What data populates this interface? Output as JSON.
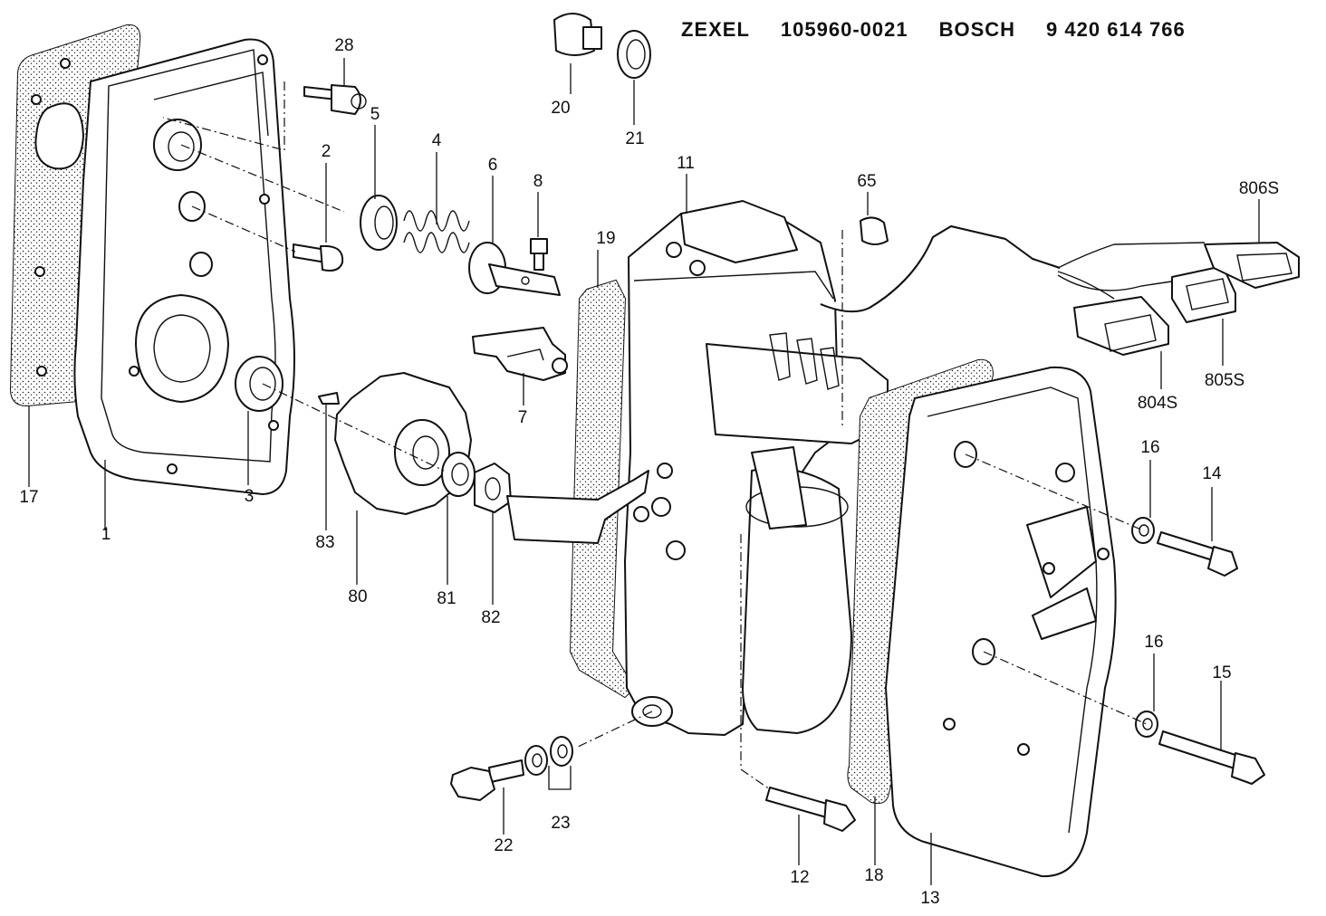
{
  "header": {
    "maker_1": "ZEXEL",
    "part_no_1": "105960-0021",
    "maker_2": "BOSCH",
    "part_no_2": "9 420 614 766"
  },
  "callouts": {
    "p1": "1",
    "p2": "2",
    "p3": "3",
    "p4": "4",
    "p5": "5",
    "p6": "6",
    "p7": "7",
    "p8": "8",
    "p11": "11",
    "p12": "12",
    "p13": "13",
    "p14": "14",
    "p15": "15",
    "p16a": "16",
    "p16b": "16",
    "p17": "17",
    "p18": "18",
    "p19": "19",
    "p20": "20",
    "p21": "21",
    "p22": "22",
    "p23": "23",
    "p28": "28",
    "p65": "65",
    "p80": "80",
    "p81": "81",
    "p82": "82",
    "p83": "83",
    "p804s": "804S",
    "p805s": "805S",
    "p806s": "806S"
  }
}
